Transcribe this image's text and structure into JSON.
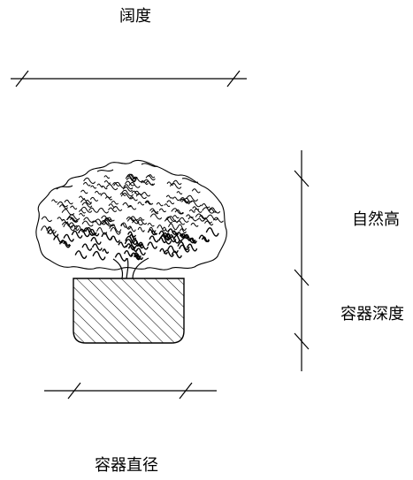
{
  "labels": {
    "width": "阔度",
    "natural_height": "自然高",
    "container_depth": "容器深度",
    "container_diameter": "容器直径"
  },
  "colors": {
    "line": "#000000",
    "background": "#ffffff"
  }
}
